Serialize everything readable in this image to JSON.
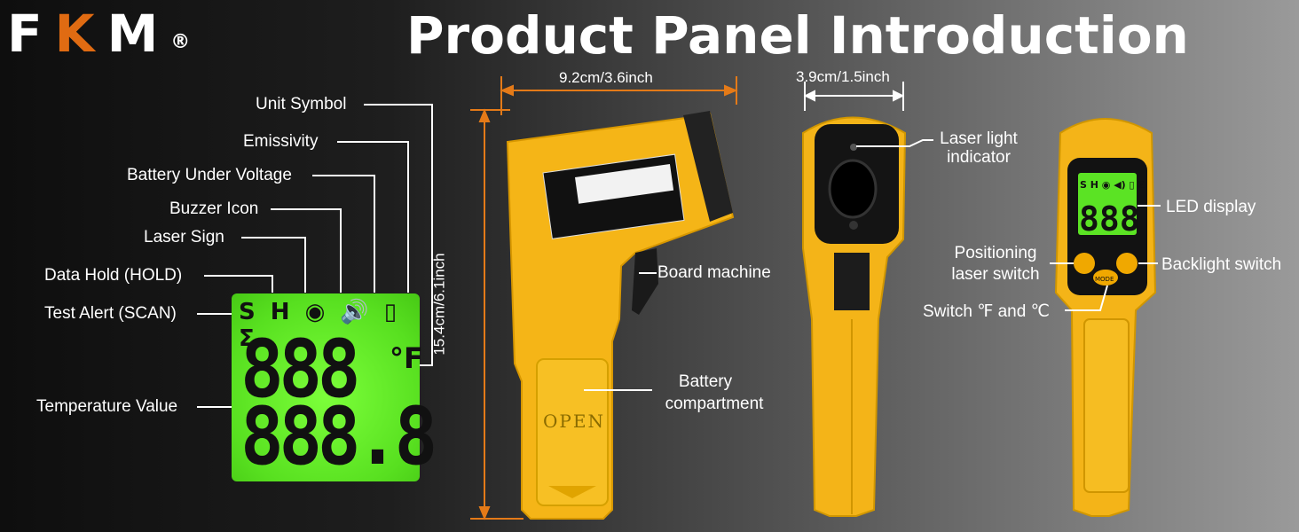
{
  "brand": {
    "letter1": "F",
    "letter2": "K",
    "letter3": "M",
    "registered": "®"
  },
  "title": "Product Panel Introduction",
  "lcd_labels": {
    "unit_symbol": "Unit Symbol",
    "emissivity": "Emissivity",
    "battery_under_voltage": "Battery Under Voltage",
    "buzzer_icon": "Buzzer Icon",
    "laser_sign": "Laser Sign",
    "data_hold": "Data Hold (HOLD)",
    "test_alert": "Test Alert (SCAN)",
    "temperature_value": "Temperature Value"
  },
  "lcd": {
    "icons": "S H ◉ 🔊 ▯ Σ",
    "digits_top": "888",
    "digits_bottom": "888.8",
    "unit": "°F"
  },
  "dimensions": {
    "width": "9.2cm/3.6inch",
    "height": "15.4cm/6.1inch",
    "depth": "3.9cm/1.5inch"
  },
  "side_labels": {
    "board_machine": "Board machine",
    "battery_compartment_1": "Battery",
    "battery_compartment_2": "compartment"
  },
  "front_labels": {
    "laser_indicator_1": "Laser light",
    "laser_indicator_2": "indicator"
  },
  "back_labels": {
    "led_display": "LED display",
    "positioning_1": "Positioning",
    "positioning_2": "laser switch",
    "backlight_switch": "Backlight switch",
    "switch_units": "Switch ℉ and ℃"
  },
  "device": {
    "open_text": "OPEN",
    "mode_text": "MODE"
  },
  "colors": {
    "device_yellow": "#f6b816",
    "device_orange": "#f0a800",
    "lcd_green": "#5be324",
    "brand_orange": "#e06b12"
  }
}
